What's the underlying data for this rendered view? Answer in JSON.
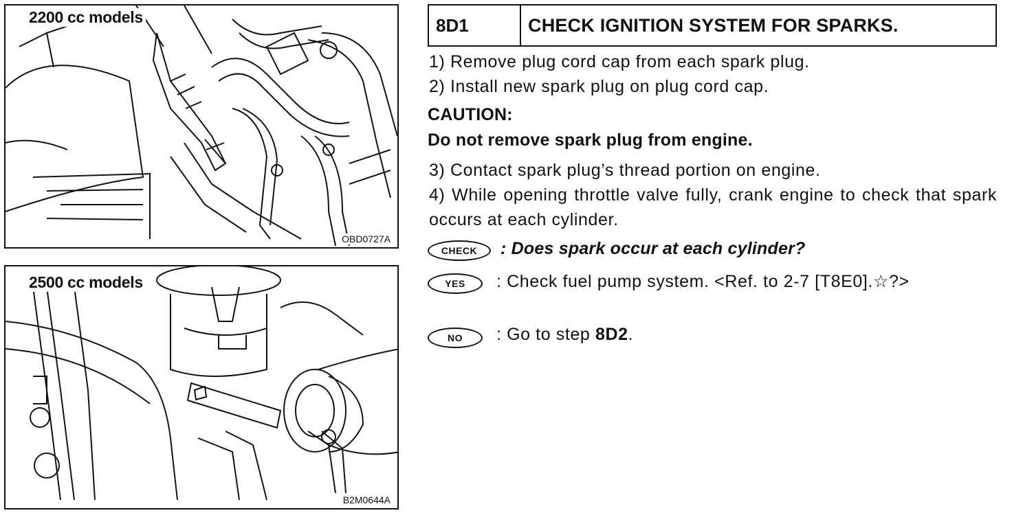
{
  "figures": [
    {
      "title": "2200 cc models",
      "code": "OBD0727A"
    },
    {
      "title": "2500 cc models",
      "code": "B2M0644A"
    }
  ],
  "step": {
    "id": "8D1",
    "title": "CHECK IGNITION SYSTEM FOR SPARKS."
  },
  "instructions": {
    "s1": "1) Remove plug cord cap from each spark plug.",
    "s2": "2) Install new spark plug on plug cord cap.",
    "caution_label": "CAUTION:",
    "caution_text": "Do not remove spark plug from engine.",
    "s3": "3) Contact spark plug’s thread portion on engine.",
    "s4": "4) While opening throttle valve fully, crank engine to check that spark occurs at each cylinder."
  },
  "check": {
    "badge": "CHECK",
    "question": ": Does spark occur at each cylinder?"
  },
  "yes": {
    "badge": "YES",
    "text": ": Check fuel pump system. <Ref. to 2-7 [T8E0].☆?>"
  },
  "no": {
    "badge": "NO",
    "prefix": ": Go to step ",
    "step": "8D2",
    "suffix": "."
  }
}
